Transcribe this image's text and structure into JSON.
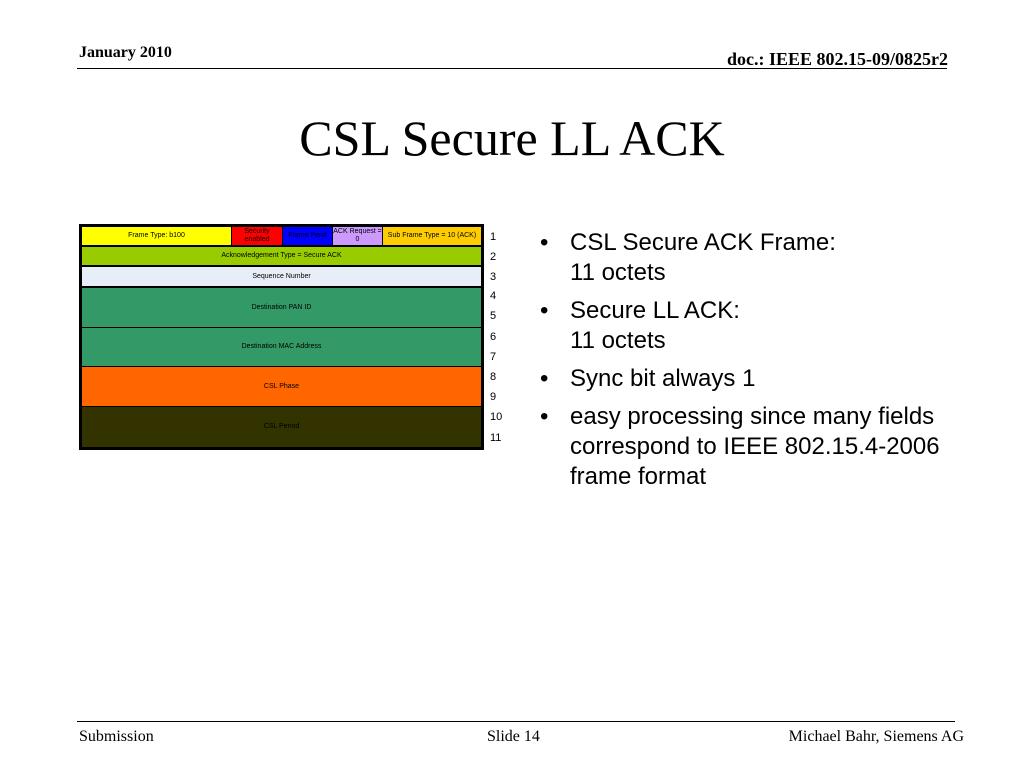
{
  "header": {
    "date": "January 2010",
    "doc": "doc.: IEEE 802.15-09/0825r2"
  },
  "title": "CSL Secure LL ACK",
  "frame": {
    "rows": [
      {
        "label": "Frame Type: b100",
        "color": "#ffff00"
      },
      {
        "label": "Security enabled",
        "color": "#ff0000"
      },
      {
        "label": "Frame Pend",
        "color": "#0000ff"
      },
      {
        "label": "ACK Request = 0",
        "color": "#cc99ff"
      },
      {
        "label": "Sub Frame Type = 10 (ACK)",
        "color": "#ffcc00"
      },
      {
        "label": "Acknowledgement Type = Secure ACK",
        "color": "#99cc00"
      },
      {
        "label": "Sequence Number",
        "color": "#e8eef7"
      },
      {
        "label": "Destination PAN ID",
        "color": "#339966"
      },
      {
        "label": "Destination MAC Address",
        "color": "#339966"
      },
      {
        "label": "CSL Phase",
        "color": "#ff6600"
      },
      {
        "label": "CSL Period",
        "color": "#333300"
      }
    ],
    "octets": [
      "1",
      "2",
      "3",
      "4",
      "5",
      "6",
      "7",
      "8",
      "9",
      "10",
      "11"
    ]
  },
  "bullets": [
    {
      "line1": "CSL Secure ACK Frame:",
      "line2": "11 octets"
    },
    {
      "line1": "Secure LL ACK:",
      "line2": "11 octets"
    },
    {
      "line1": "Sync bit always 1",
      "line2": ""
    },
    {
      "line1": "easy processing since many fields",
      "line2": "correspond to IEEE 802.15.4-2006",
      "line3": "frame format"
    }
  ],
  "bullet_char": "•",
  "footer": {
    "left": "Submission",
    "center": "Slide 14",
    "right": "Michael Bahr, Siemens AG"
  }
}
